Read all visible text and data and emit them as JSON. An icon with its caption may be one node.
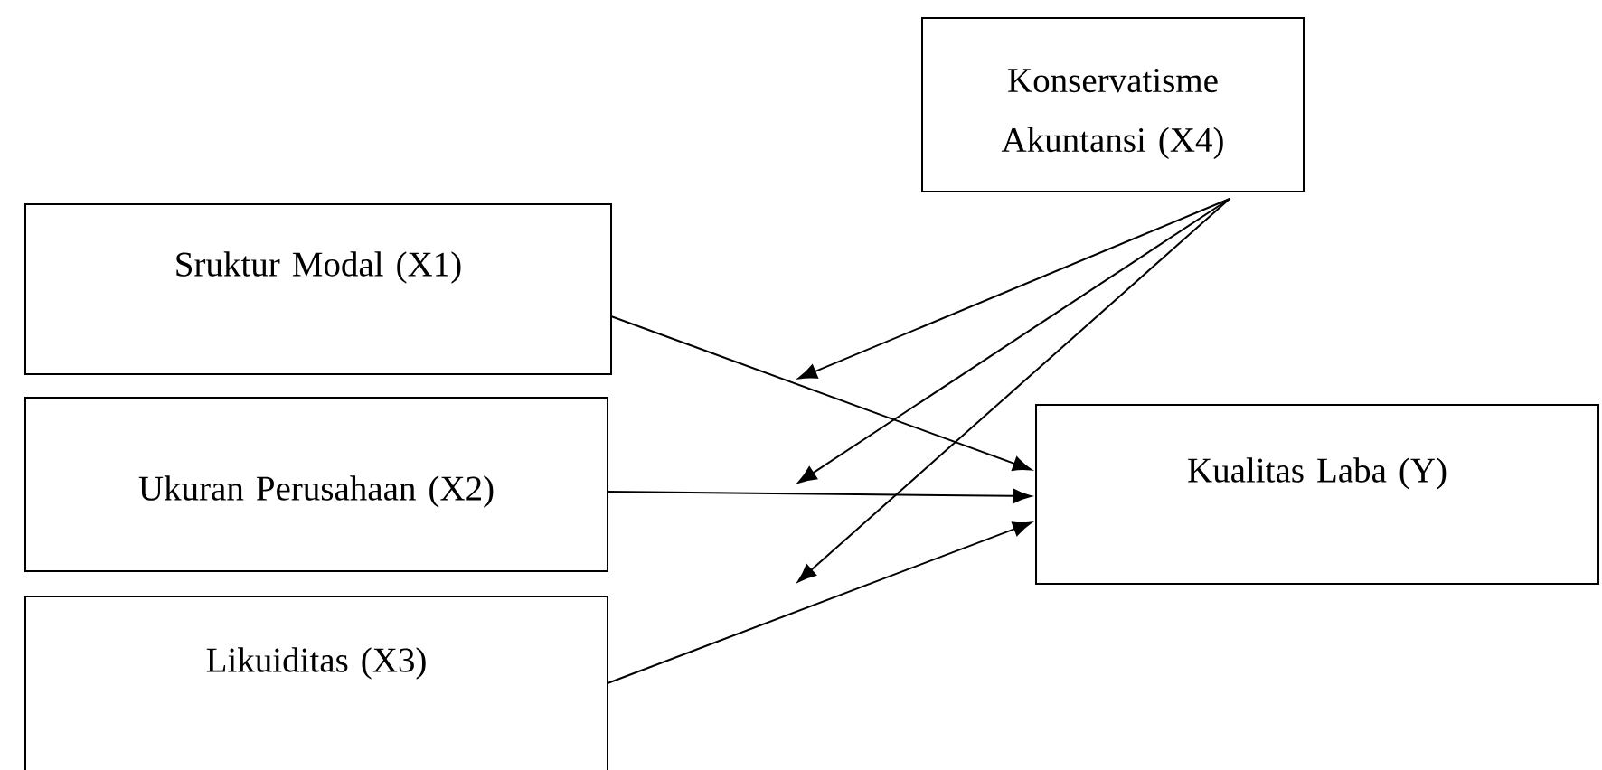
{
  "diagram": {
    "nodes": [
      {
        "text": [
          "Sruktur Modal (X1)"
        ]
      },
      {
        "text": [
          "Ukuran Perusahaan (X2)"
        ]
      },
      {
        "text": [
          "Likuiditas (X3)"
        ]
      },
      {
        "text": [
          "Kualitas Laba (Y)"
        ]
      },
      {
        "text": [
          "Konservatisme Akuntansi (X4)"
        ]
      }
    ],
    "edges": [
      {
        "from": 0,
        "to": 3,
        "arrow": "to"
      },
      {
        "from": 1,
        "to": 3,
        "arrow": "to"
      },
      {
        "from": 2,
        "to": 3,
        "arrow": "to"
      },
      {
        "from": 4,
        "to": null,
        "arrow": "to"
      },
      {
        "from": 4,
        "to": null,
        "arrow": "to"
      },
      {
        "from": 4,
        "to": null,
        "arrow": "to"
      }
    ]
  }
}
